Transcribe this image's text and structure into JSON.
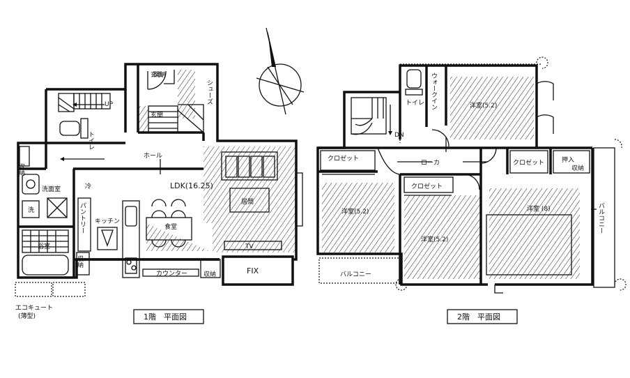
{
  "floor1": {
    "caption": "1階　平面図",
    "rooms": {
      "up": "UP",
      "toilet": "トイレ",
      "genkan_storage": "玄関収納",
      "genkan": "玄関",
      "shoes": "シューズ",
      "hall": "ホール",
      "storage_left": "収納",
      "wash_room": "洗面室",
      "wash": "洗",
      "bath": "浴室",
      "ref": "冷",
      "ldk": "LDK(16.25)",
      "living": "居間",
      "kitchen": "キッチン",
      "pantry": "パントリー",
      "dining": "食堂",
      "tv": "TV",
      "counter": "カウンター",
      "storage_right": "収納",
      "storage_kitchen": "収納",
      "fix": "FIX",
      "ecocute": "エコキュート",
      "ecocute_type": "(薄型)"
    }
  },
  "floor2": {
    "caption": "2階　平面図",
    "rooms": {
      "toilet": "トイレ",
      "closet_walk": "ウォークイン",
      "western_ne": "洋室(5.2)",
      "dn": "DN",
      "closet_w": "クロゼット",
      "corridor": "ローカ",
      "closet_e": "クロゼット",
      "oshiire": "押入",
      "oshiire2": "収納",
      "western_w": "洋室(5.2)",
      "closet_c": "クロゼット",
      "western_c": "洋室(5.2)",
      "western_e": "洋室 (8)",
      "balcony_e": "バルコニー",
      "balcony_s": "バルコニー"
    }
  }
}
